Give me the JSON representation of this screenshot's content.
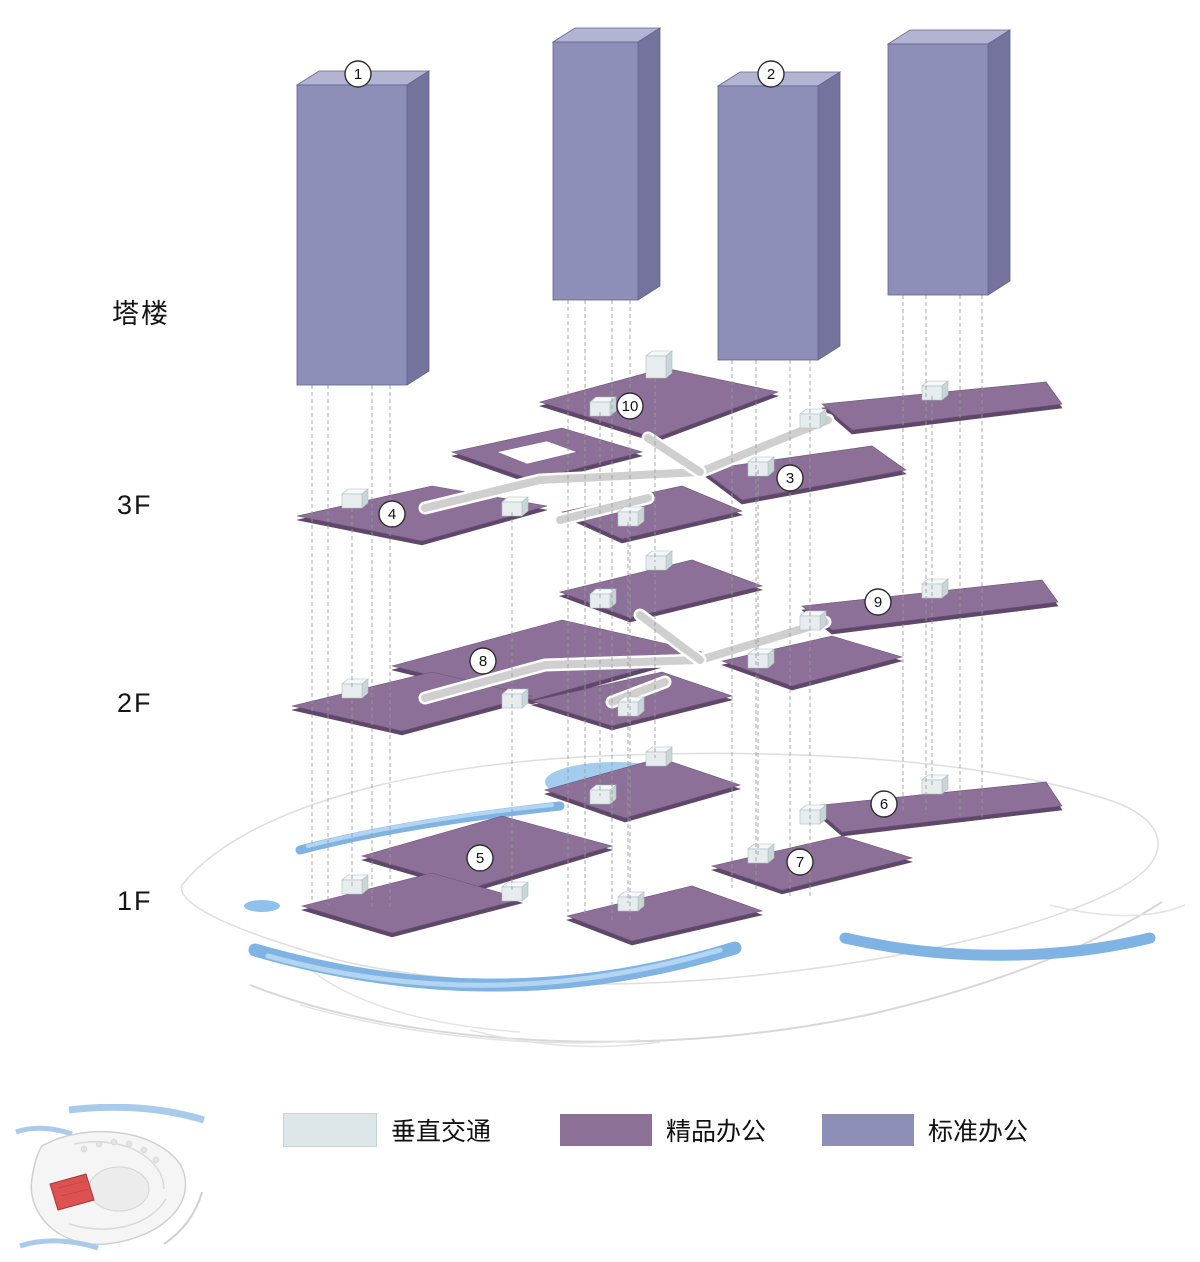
{
  "diagram": {
    "floors": [
      {
        "label": "塔楼"
      },
      {
        "label": "3F"
      },
      {
        "label": "2F"
      },
      {
        "label": "1F"
      }
    ],
    "markers": {
      "m1": "1",
      "m2": "2",
      "m3": "3",
      "m4": "4",
      "m5": "5",
      "m6": "6",
      "m7": "7",
      "m8": "8",
      "m9": "9",
      "m10": "10"
    }
  },
  "legend": {
    "items": [
      {
        "label": "垂直交通",
        "color": "#dde7e9"
      },
      {
        "label": "精品办公",
        "color": "#8d7095"
      },
      {
        "label": "标准办公",
        "color": "#8e8fb8"
      }
    ]
  },
  "colors": {
    "plate": "#8c7097",
    "plate_edge": "#5e4769",
    "tower_front": "#8e8fb9",
    "tower_top": "#b3b4d1",
    "tower_side": "#73739e",
    "circulation_box": "#e7edee",
    "connector": "#cfcfcf",
    "water": "#7fb3e4",
    "minimap_highlight": "#dd5150"
  }
}
